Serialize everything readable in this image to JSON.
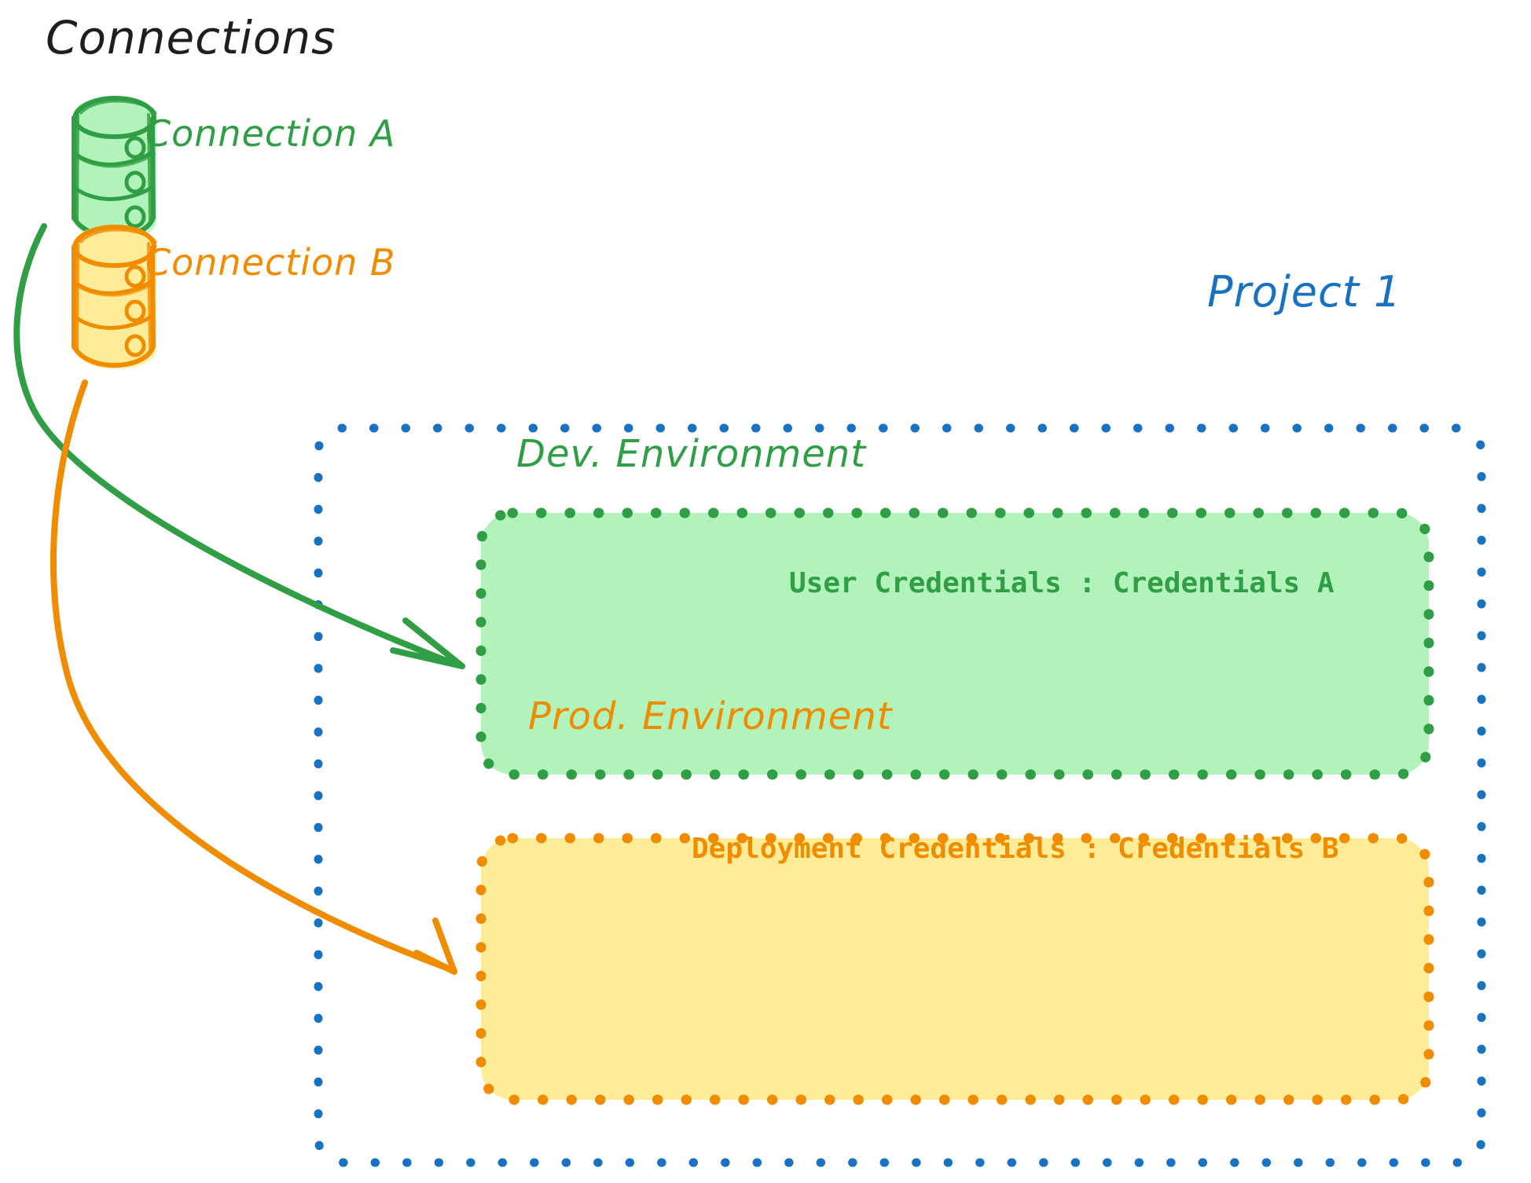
{
  "diagram": {
    "title": "Connections",
    "background": "#ffffff",
    "colors": {
      "black": "#1e1e1e",
      "green_stroke": "#2f9e44",
      "green_fill": "#b2f2bb",
      "orange_stroke": "#f08c00",
      "orange_fill": "#ffec99",
      "blue_stroke": "#1971c2"
    }
  },
  "connections": {
    "heading": "Connections",
    "items": [
      {
        "label": "Connection A",
        "color": "#2f9e44",
        "icon": "database-cylinder-icon"
      },
      {
        "label": "Connection B",
        "color": "#f08c00",
        "icon": "database-cylinder-icon"
      }
    ]
  },
  "project": {
    "label": "Project 1",
    "color": "#1971c2",
    "border_style": "dotted",
    "environments": [
      {
        "name": "Dev. Environment",
        "color": "#2f9e44",
        "fill": "#b2f2bb",
        "credentials_key": "User Credentials",
        "credentials_separator": ":",
        "credentials_value": "Credentials A",
        "credentials_line": "User Credentials : Credentials A"
      },
      {
        "name": "Prod. Environment",
        "color": "#f08c00",
        "fill": "#ffec99",
        "credentials_key": "Deployment Credentials",
        "credentials_separator": ":",
        "credentials_value": "Credentials B",
        "credentials_line": "Deployment Credentials : Credentials B"
      }
    ]
  },
  "arrows": [
    {
      "name": "connection-a-to-dev",
      "from": "Connection A",
      "to": "Dev. Environment",
      "color": "#2f9e44"
    },
    {
      "name": "connection-b-to-prod",
      "from": "Connection B",
      "to": "Prod. Environment",
      "color": "#f08c00"
    }
  ]
}
